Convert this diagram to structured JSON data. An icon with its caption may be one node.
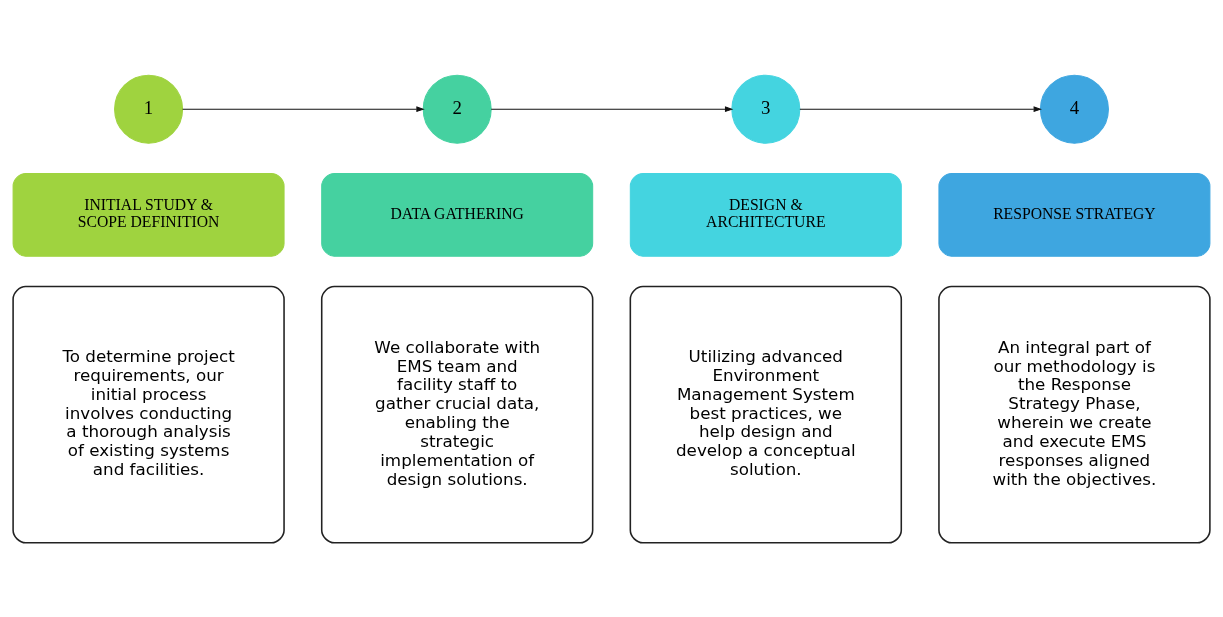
{
  "diagram": {
    "nodes": [
      {
        "text": [
          "1"
        ]
      },
      {
        "text": [
          "2"
        ]
      },
      {
        "text": [
          "3"
        ]
      },
      {
        "text": [
          "4"
        ]
      },
      {
        "text": [
          "INITIAL STUDY & SCOPE DEFINITION"
        ]
      },
      {
        "text": [
          "DATA GATHERING"
        ]
      },
      {
        "text": [
          "DESIGN & ARCHITECTURE"
        ]
      },
      {
        "text": [
          "RESPONSE STRATEGY"
        ]
      },
      {
        "text": [
          "To determine project requirements, our initial process involves conducting a thorough analysis of existing systems and facilities."
        ]
      },
      {
        "text": [
          "We collaborate with EMS team and facility staff to gather crucial data, enabling the strategic implementation of design solutions."
        ]
      },
      {
        "text": [
          "Utilizing advanced Environment Management System best practices, we help design and develop a conceptual solution."
        ]
      },
      {
        "text": [
          "An integral part of our methodology is the Response Strategy Phase, wherein we create and execute EMS responses aligned with the objectives."
        ]
      }
    ],
    "edges": [
      {
        "from": 0,
        "to": 1,
        "arrow": "to"
      },
      {
        "from": 1,
        "to": 2,
        "arrow": "to"
      },
      {
        "from": 2,
        "to": 3,
        "arrow": "to"
      }
    ]
  }
}
